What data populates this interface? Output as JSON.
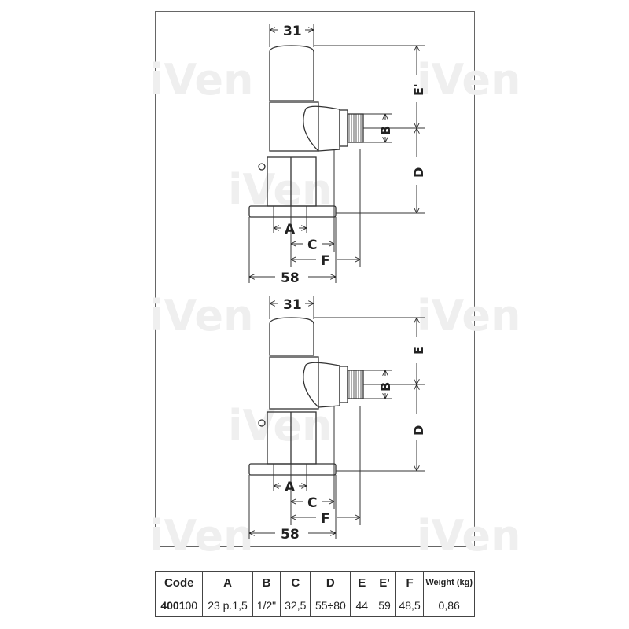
{
  "drawing1": {
    "dim_top_width": "31",
    "dim_base_width": "58",
    "label_A": "A",
    "label_B": "B",
    "label_C": "C",
    "label_D": "D",
    "label_E": "E'",
    "label_F": "F"
  },
  "drawing2": {
    "dim_top_width": "31",
    "dim_base_width": "58",
    "label_A": "A",
    "label_B": "B",
    "label_C": "C",
    "label_D": "D",
    "label_E": "E",
    "label_F": "F"
  },
  "watermark": "iVen",
  "table": {
    "headers": [
      "Code",
      "A",
      "B",
      "C",
      "D",
      "E",
      "E'",
      "F",
      "Weight (kg)"
    ],
    "row": {
      "code_bold": "4001",
      "code_rest": "00",
      "values": [
        "23 p.1,5",
        "1/2\"",
        "32,5",
        "55÷80",
        "44",
        "59",
        "48,5",
        "0,86"
      ]
    }
  }
}
